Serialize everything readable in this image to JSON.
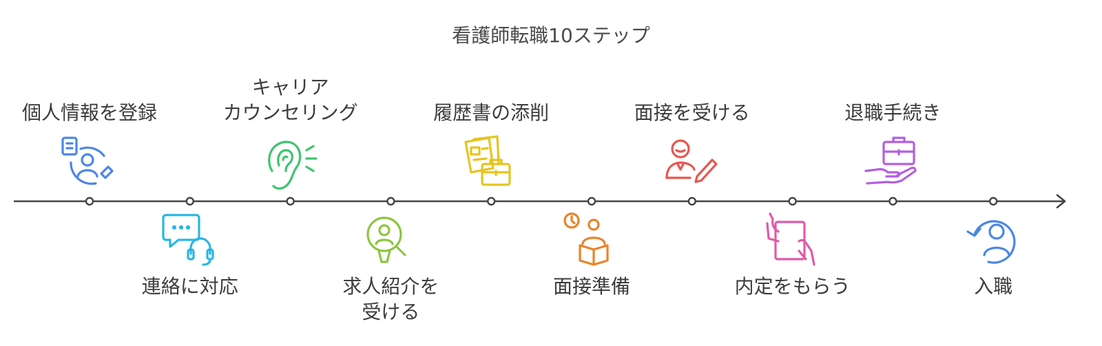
{
  "title": "看護師転職10ステップ",
  "steps": [
    {
      "label": "個人情報を登録",
      "position": "top",
      "color": "#4a86e8",
      "icon": "profile-edit-icon"
    },
    {
      "label": "連絡に対応",
      "position": "bottom",
      "color": "#29b6e4",
      "icon": "chat-headset-icon"
    },
    {
      "label": "キャリア\nカウンセリング",
      "position": "top",
      "color": "#3cc46f",
      "icon": "ear-listening-icon"
    },
    {
      "label": "求人紹介を\n受ける",
      "position": "bottom",
      "color": "#8cc63f",
      "icon": "person-search-icon"
    },
    {
      "label": "履歴書の添削",
      "position": "top",
      "color": "#e6c41f",
      "icon": "documents-briefcase-icon"
    },
    {
      "label": "面接準備",
      "position": "bottom",
      "color": "#e8842a",
      "icon": "person-reading-clock-icon"
    },
    {
      "label": "面接を受ける",
      "position": "top",
      "color": "#e8554f",
      "icon": "person-writing-icon"
    },
    {
      "label": "内定をもらう",
      "position": "bottom",
      "color": "#e05aa8",
      "icon": "hands-document-icon"
    },
    {
      "label": "退職手続き",
      "position": "top",
      "color": "#b45ee0",
      "icon": "hand-briefcase-icon"
    },
    {
      "label": "入職",
      "position": "bottom",
      "color": "#4a86e8",
      "icon": "person-return-icon"
    }
  ]
}
